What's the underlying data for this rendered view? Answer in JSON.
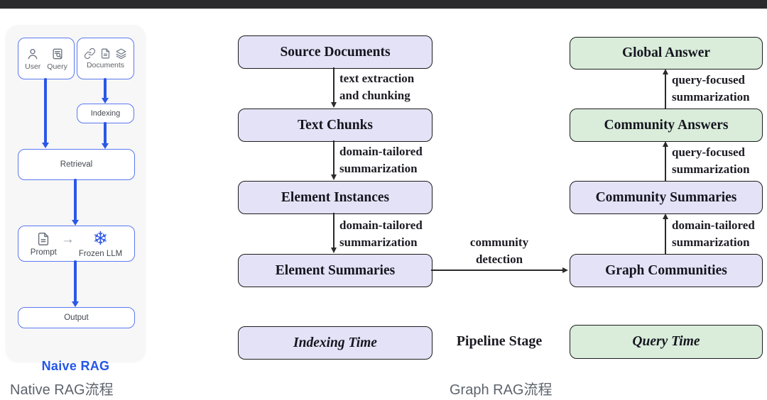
{
  "naive": {
    "title": "Naive RAG",
    "caption": "Native RAG流程",
    "user_label": "User",
    "query_label": "Query",
    "documents_label": "Documents",
    "indexing_label": "Indexing",
    "retrieval_label": "Retrieval",
    "prompt_label": "Prompt",
    "frozen_llm_label": "Frozen LLM",
    "output_label": "Output",
    "snowflake_glyph": "❄",
    "prompt_arrow_glyph": "→"
  },
  "graph": {
    "caption": "Graph RAG流程",
    "pipeline_stage": "Pipeline Stage",
    "indexing_nodes": [
      "Source Documents",
      "Text Chunks",
      "Element Instances",
      "Element Summaries"
    ],
    "query_nodes": [
      "Global Answer",
      "Community Answers",
      "Community Summaries",
      "Graph Communities"
    ],
    "indexing_time": "Indexing Time",
    "query_time": "Query Time",
    "left_edges": [
      [
        "text extraction",
        "and chunking"
      ],
      [
        "domain-tailored",
        "summarization"
      ],
      [
        "domain-tailored",
        "summarization"
      ]
    ],
    "right_edges": [
      [
        "query-focused",
        "summarization"
      ],
      [
        "query-focused",
        "summarization"
      ],
      [
        "domain-tailored",
        "summarization"
      ]
    ],
    "community_edge": [
      "community",
      "detection"
    ]
  },
  "colors": {
    "accent_blue": "#2b57e8",
    "border_blue": "#5b79ef",
    "lavender_fill": "#e4e2f6",
    "green_fill": "#d9edda",
    "panel_bg": "#f7f7f8",
    "arrow_black": "#2b2b2b",
    "caption_gray": "#5d646d",
    "topbar": "#2b2b2d"
  }
}
